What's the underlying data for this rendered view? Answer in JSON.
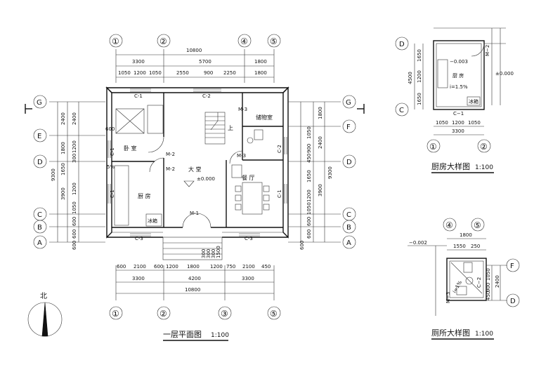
{
  "main_plan": {
    "title": "一层平面图",
    "scale": "1:100",
    "axes_top": [
      "①",
      "②",
      "④",
      "⑤"
    ],
    "axes_bottom": [
      "①",
      "②",
      "③",
      "⑤"
    ],
    "axes_left": [
      "G",
      "E",
      "D",
      "C",
      "B",
      "A"
    ],
    "axes_right": [
      "G",
      "F",
      "D",
      "C",
      "B",
      "A"
    ],
    "dims_top_total": "10800",
    "dims_top_mid": [
      "3300",
      "5700",
      "1800"
    ],
    "dims_top_detail": [
      "1050",
      "1200",
      "1050",
      "2550",
      "900",
      "2250",
      "1800"
    ],
    "dims_bottom_detail": [
      "600",
      "2100",
      "600",
      "1200",
      "1800",
      "1200",
      "750",
      "2100",
      "450"
    ],
    "dims_bottom_mid": [
      "3300",
      "4200",
      "3300"
    ],
    "dims_bottom_total": "10800",
    "dims_left_outer": [
      "2400",
      "1800",
      "1650",
      "3900",
      "600"
    ],
    "dims_left_inner": [
      "2400",
      "1200",
      "300",
      "1200",
      "1050",
      "600",
      "600"
    ],
    "dims_left_total": "9300",
    "dims_left_600": "600",
    "dims_right_outer": [
      "1800",
      "2400",
      "3900",
      "600"
    ],
    "dims_right_inner": [
      "1050",
      "900",
      "450",
      "1650",
      "1200",
      "1050",
      "600",
      "600"
    ],
    "dims_right_total": "9300",
    "dims_right_600": "600",
    "rooms": {
      "bedroom": "卧  室",
      "hall": "大  堂",
      "kitchen": "厨  房",
      "dining": "餐  厅",
      "storage": "储物室",
      "up": "上"
    },
    "elevation": "±0.000",
    "fridge": "冰箱",
    "labels": {
      "c1": "C-1",
      "c2": "C-2",
      "c3": "C-3",
      "m1": "M-1",
      "m2": "M-2",
      "m3": "M-3",
      "wall_note": "5%",
      "stair_dims": [
        "300",
        "300",
        "300",
        "300",
        "1500"
      ]
    },
    "north": "北"
  },
  "kitchen_detail": {
    "title": "厨房大样图",
    "scale": "1:100",
    "axes_left": [
      "D",
      "C"
    ],
    "axes_bottom": [
      "①",
      "②"
    ],
    "room": "厨  房",
    "slope": "i=1.5%",
    "elev_inner": "−0.003",
    "elev_outer": "±0.000",
    "fridge": "冰箱",
    "door": "M−2",
    "window": "C−1",
    "dims_left": [
      "1650",
      "1200",
      "1650"
    ],
    "dims_left_total": "4500",
    "dims_bottom": [
      "1050",
      "1200",
      "1050"
    ],
    "dims_bottom_total": "3300"
  },
  "toilet_detail": {
    "title": "厕所大样图",
    "scale": "1:100",
    "axes_top": [
      "④",
      "⑤"
    ],
    "axes_right": [
      "F",
      "D"
    ],
    "elev": "−0.002",
    "dims_top_total": "1800",
    "dims_top": [
      "1550",
      "250"
    ],
    "dims_right": [
      "1050",
      "900",
      "450"
    ],
    "dims_right_total": "2400",
    "slope": "i=1%",
    "door": "M−3",
    "window": "C−2"
  }
}
